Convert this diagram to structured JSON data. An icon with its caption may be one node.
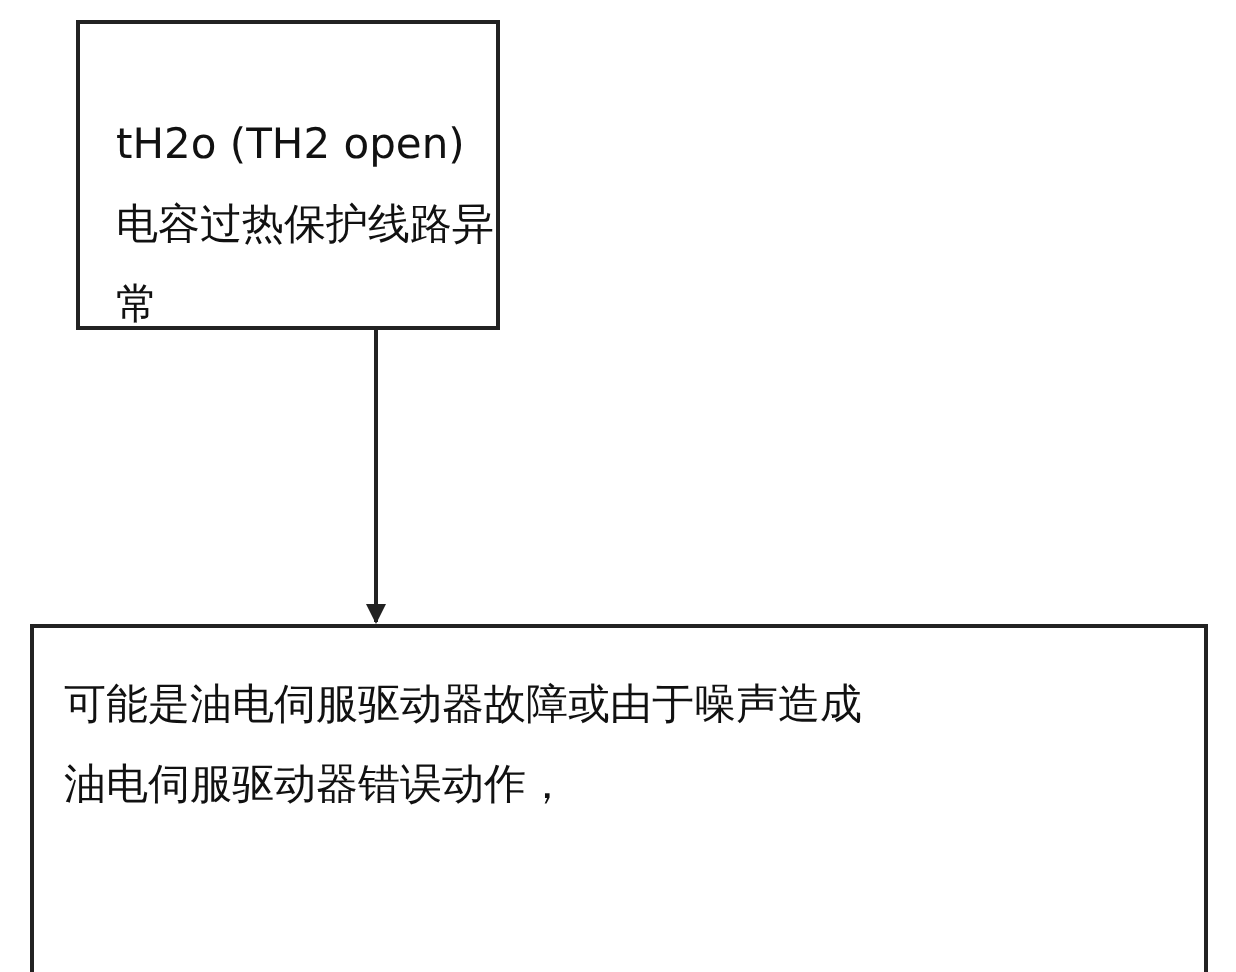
{
  "diagram": {
    "nodes": [
      {
        "text": [
          "tH2o (TH2 open) 电容过热保护线路异常"
        ]
      },
      {
        "text": [
          "可能是油电伺服驱动器故障或由于噪声造成油电伺服驱动器错误动作，"
        ]
      }
    ],
    "edges": [
      {
        "from": 0,
        "to": 1,
        "arrow": "to"
      }
    ]
  }
}
